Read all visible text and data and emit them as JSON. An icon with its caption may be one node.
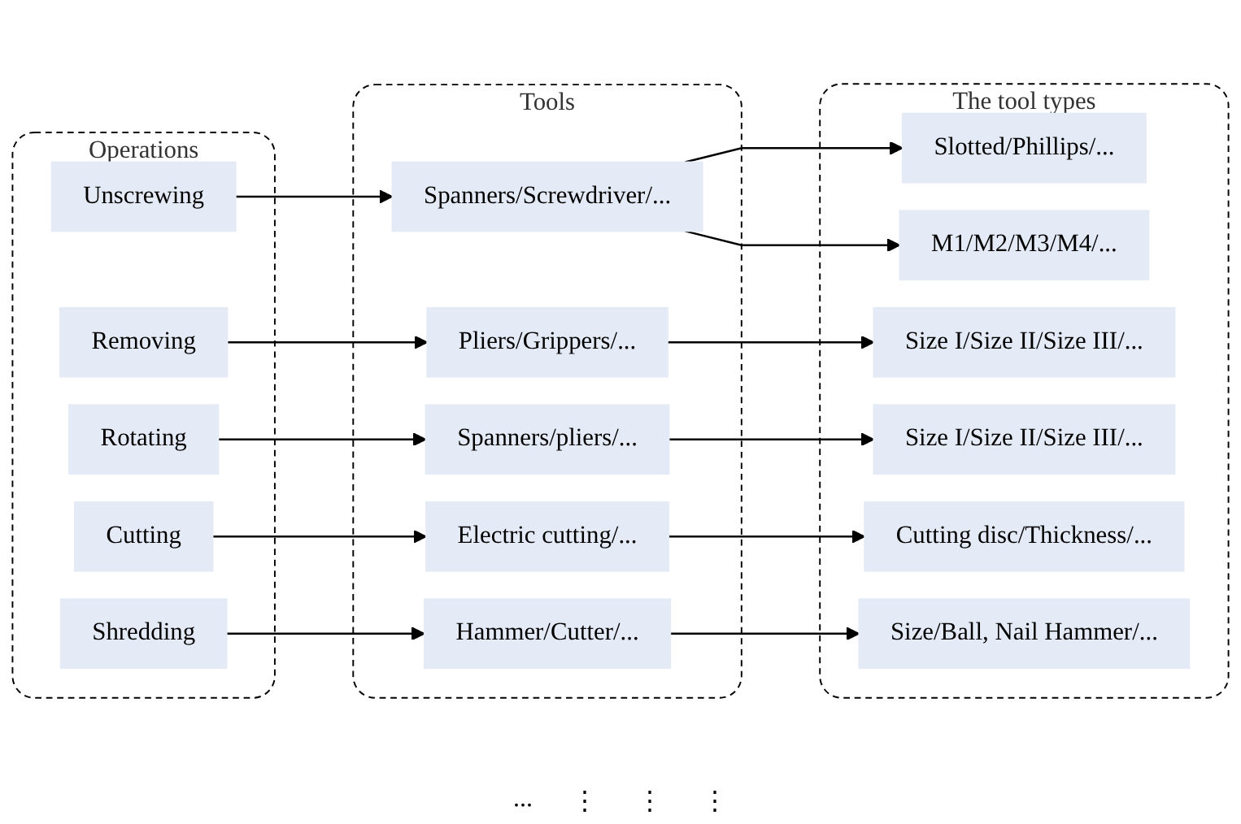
{
  "diagram": {
    "nodes": [
      {
        "text": [
          "Operations"
        ]
      },
      {
        "text": [
          "Unscrewing"
        ],
        "in": 0
      },
      {
        "text": [
          "Removing"
        ],
        "in": 0
      },
      {
        "text": [
          "Rotating"
        ],
        "in": 0
      },
      {
        "text": [
          "Cutting"
        ],
        "in": 0
      },
      {
        "text": [
          "Shredding"
        ],
        "in": 0
      },
      {
        "text": [
          "Tools"
        ]
      },
      {
        "text": [
          "Spanners/Screwdriver/..."
        ],
        "in": 6
      },
      {
        "text": [
          "Pliers/Grippers/..."
        ],
        "in": 6
      },
      {
        "text": [
          "Spanners/pliers/..."
        ],
        "in": 6
      },
      {
        "text": [
          "Electric cutting/..."
        ],
        "in": 6
      },
      {
        "text": [
          "Hammer/Cutter/..."
        ],
        "in": 6
      },
      {
        "text": [
          "The tool types"
        ]
      },
      {
        "text": [
          "Slotted/Phillips/..."
        ],
        "in": 12
      },
      {
        "text": [
          "M1/M2/M3/M4/..."
        ],
        "in": 12
      },
      {
        "text": [
          "Size I/Size II/Size III/..."
        ],
        "in": 12
      },
      {
        "text": [
          "Size I/Size II/Size III/..."
        ],
        "in": 12
      },
      {
        "text": [
          "Cutting disc/Thickness/..."
        ],
        "in": 12
      },
      {
        "text": [
          "Size/Ball, Nail Hammer/..."
        ],
        "in": 12
      }
    ],
    "edges": [
      {
        "from": 1,
        "to": 7,
        "arrow": "to"
      },
      {
        "from": 2,
        "to": 8,
        "arrow": "to"
      },
      {
        "from": 3,
        "to": 9,
        "arrow": "to"
      },
      {
        "from": 4,
        "to": 10,
        "arrow": "to"
      },
      {
        "from": 5,
        "to": 11,
        "arrow": "to"
      },
      {
        "from": 7,
        "to": 13,
        "arrow": "to"
      },
      {
        "from": 7,
        "to": 14,
        "arrow": "to"
      },
      {
        "from": 8,
        "to": 15,
        "arrow": "to"
      },
      {
        "from": 9,
        "to": 16,
        "arrow": "to"
      },
      {
        "from": 10,
        "to": 17,
        "arrow": "to"
      },
      {
        "from": 11,
        "to": 18,
        "arrow": "to"
      }
    ],
    "labels": [
      "...",
      "⋮",
      "⋮",
      "⋮"
    ]
  }
}
